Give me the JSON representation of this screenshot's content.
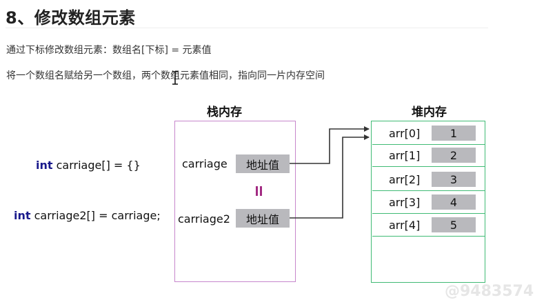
{
  "heading": "8、修改数组元素",
  "intro": {
    "line1": "通过下标修改数组元素：数组名[下标] = 元素值",
    "line2": "将一个数组名赋给另一个数组，两个数组元素值相同，指向同一片内存空间"
  },
  "diagram": {
    "stack_title": "栈内存",
    "heap_title": "堆内存",
    "code": {
      "line1_keyword": "int",
      "line1_rest": " carriage[] = {}",
      "line2_keyword": "int",
      "line2_rest": " carriage2[] = carriage;"
    },
    "stack_vars": [
      {
        "name": "carriage",
        "address": "地址值"
      },
      {
        "name": "carriage2",
        "address": "地址值"
      }
    ],
    "equals_symbol": "II",
    "heap_rows": [
      {
        "label": "arr[0]",
        "value": "1"
      },
      {
        "label": "arr[1]",
        "value": "2"
      },
      {
        "label": "arr[2]",
        "value": "3"
      },
      {
        "label": "arr[3]",
        "value": "4"
      },
      {
        "label": "arr[4]",
        "value": "5"
      }
    ]
  },
  "colors": {
    "stack_border": "#c786cc",
    "heap_border": "#3fba74",
    "keyword": "#1a1a8c",
    "equals": "#a22a82",
    "value_box": "#b9b9bd"
  },
  "watermark": "@9483574"
}
